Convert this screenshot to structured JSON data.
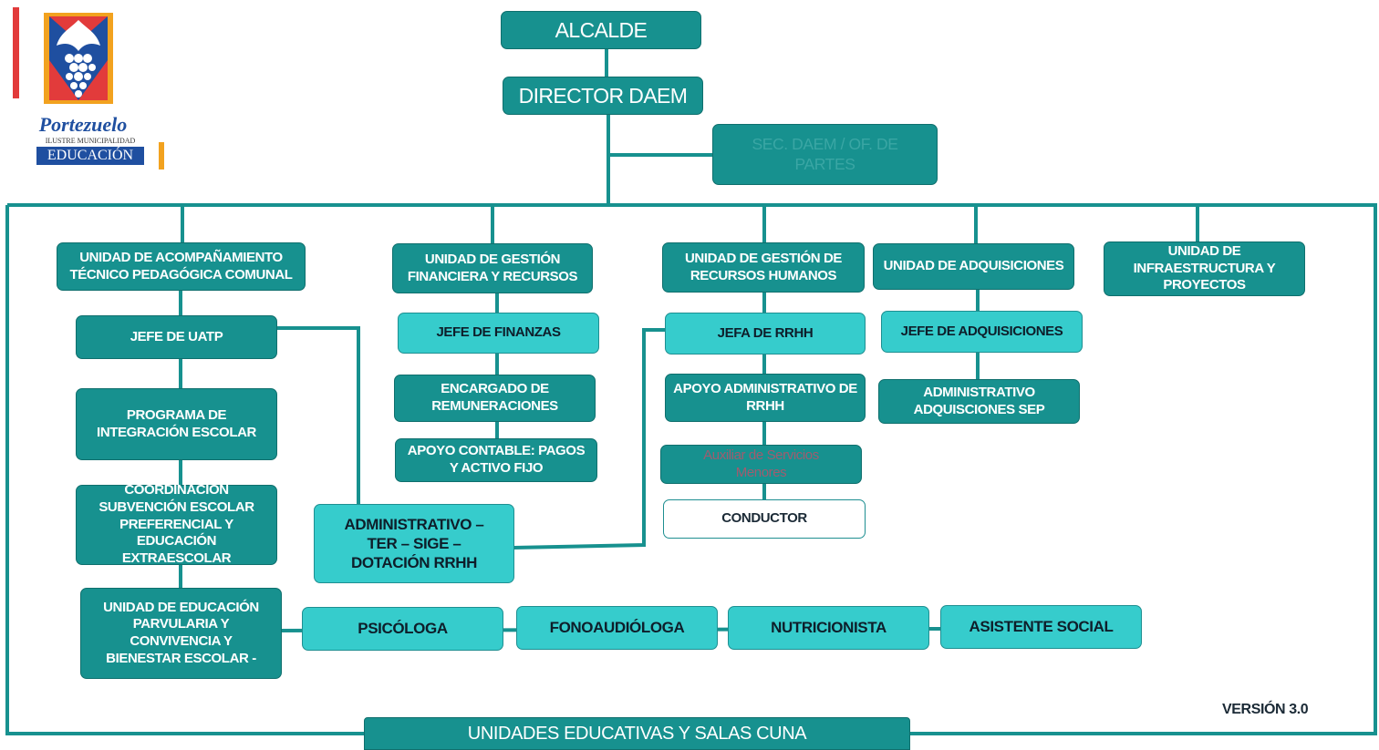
{
  "logo": {
    "name": "Portezuelo",
    "line1": "ILUSTRE MUNICIPALIDAD",
    "line2": "EDUCACIÓN",
    "colors": {
      "red": "#e23b3b",
      "blue": "#1f4fa0",
      "orange": "#f2a21f"
    }
  },
  "colors": {
    "dark_box": "#17918f",
    "light_box": "#36cccc",
    "line": "#17918f"
  },
  "nodes": {
    "alcalde": "ALCALDE",
    "director": "DIRECTOR DAEM",
    "secretaria": "SEC. DAEM / OF. DE PARTES",
    "uatp": "UNIDAD  DE ACOMPAÑAMIENTO TÉCNICO PEDAGÓGICA COMUNAL",
    "gestion_financiera": "UNIDAD DE  GESTIÓN FINANCIERA Y RECURSOS",
    "rrhh": "UNIDAD DE GESTIÓN DE RECURSOS HUMANOS",
    "adquisiciones": "UNIDAD DE ADQUISICIONES",
    "infraestructura": "UNIDAD DE INFRAESTRUCTURA Y PROYECTOS",
    "jefe_uatp": "JEFE DE UATP",
    "pie": "PROGRAMA DE INTEGRACIÓN ESCOLAR",
    "sep": "COORDINACIÓN SUBVENCIÓN ESCOLAR PREFERENCIAL Y EDUCACIÓN EXTRAESCOLAR",
    "parvularia": "UNIDAD DE EDUCACIÓN PARVULARIA Y CONVIVENCIA Y BIENESTAR ESCOLAR -",
    "jefe_finanzas": "JEFE DE FINANZAS",
    "remuneraciones": "ENCARGADO DE REMUNERACIONES",
    "apoyo_contable": "APOYO CONTABLE: PAGOS Y ACTIVO FIJO",
    "jefa_rrhh": "JEFA DE RRHH",
    "apoyo_rrhh": "APOYO ADMINISTRATIVO DE RRHH",
    "auxiliar": "Auxiliar de Servicios Menores",
    "conductor": "CONDUCTOR",
    "jefe_adquisiciones": "JEFE DE ADQUISICIONES",
    "admin_adquisiciones": "ADMINISTRATIVO ADQUISCIONES SEP",
    "administrativo_ter": "ADMINISTRATIVO – TER – SIGE – DOTACIÓN RRHH",
    "psicologa": "PSICÓLOGA",
    "fonoaudiologa": "FONOAUDIÓLOGA",
    "nutricionista": "NUTRICIONISTA",
    "asistente_social": "ASISTENTE SOCIAL",
    "unidades_educativas": "UNIDADES EDUCATIVAS Y SALAS CUNA"
  },
  "version": "VERSIÓN 3.0"
}
